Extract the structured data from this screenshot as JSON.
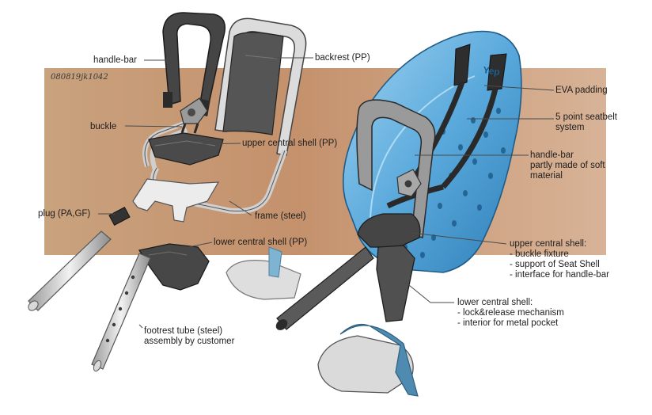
{
  "signature": "080819jk1042",
  "labels": {
    "handle_bar_left": "handle-bar",
    "backrest": "backrest (PP)",
    "buckle": "buckle",
    "upper_central_shell": "upper central shell (PP)",
    "plug": "plug (PA,GF)",
    "frame": "frame (steel)",
    "lower_central_shell": "lower central shell (PP)",
    "footrest_tube": [
      "footrest tube (steel)",
      "assembly by customer"
    ],
    "eva_padding": "EVA padding",
    "seatbelt": [
      "5 point seatbelt",
      "system"
    ],
    "handle_bar_right": [
      "handle-bar",
      "partly made of soft",
      "material"
    ],
    "upper_central_shell_right": [
      "upper central shell:",
      "- buckle fixture",
      "- support of Seat Shell",
      "- interface for handle-bar"
    ],
    "lower_central_shell_right": [
      "lower central shell:",
      "- lock&release mechanism",
      "- interior for metal pocket"
    ]
  },
  "brand_on_seat": "Yep",
  "colors": {
    "background_band": "#c19472",
    "seat_blue": "#5fb0e0",
    "frame_grey": "#d8d8d8",
    "dark_grey": "#3e3e3e",
    "leader": "#4a4a4a"
  }
}
